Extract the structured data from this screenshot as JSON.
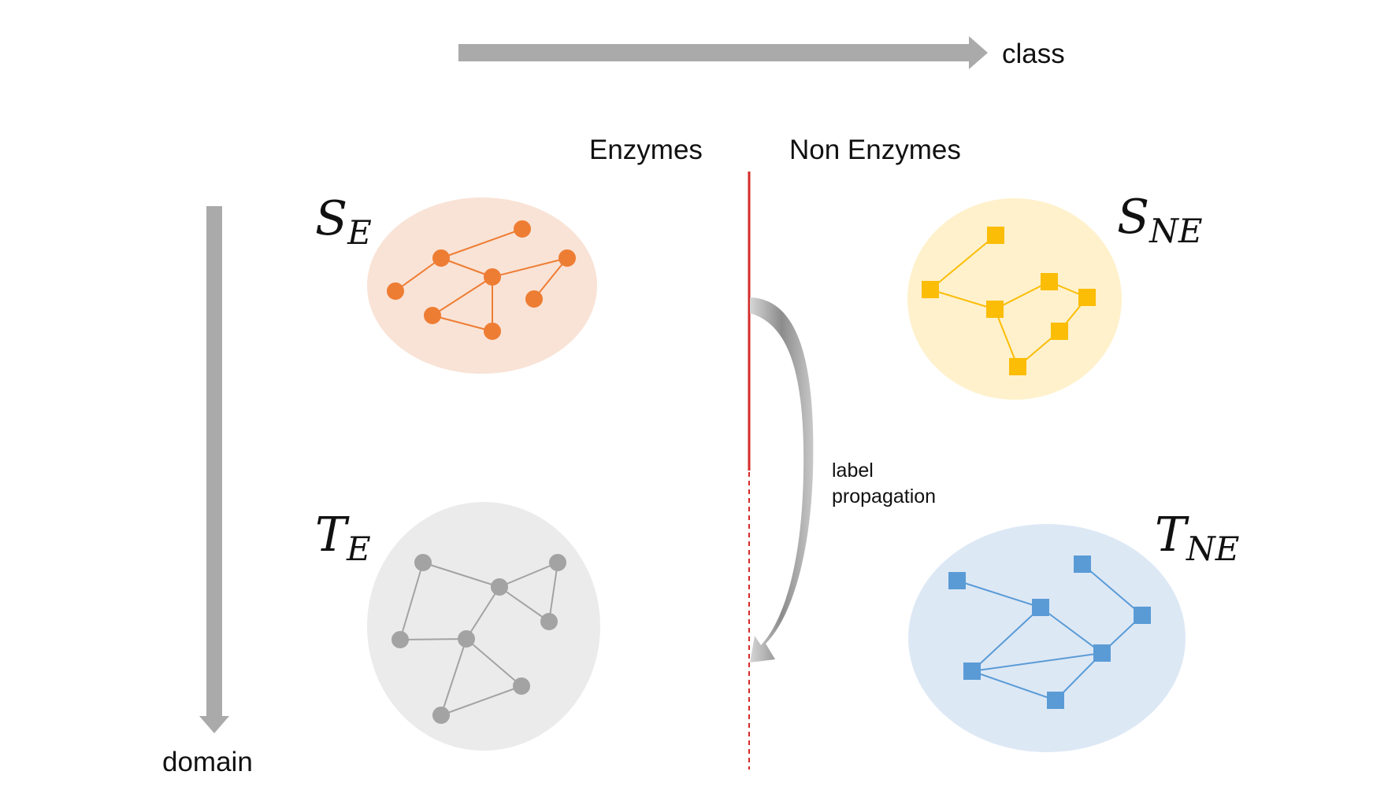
{
  "axes": {
    "class_label": "class",
    "domain_label": "domain"
  },
  "columns": {
    "left_header": "Enzymes",
    "right_header": "Non Enzymes"
  },
  "propagation": {
    "line1": "label",
    "line2": "propagation"
  },
  "groups": {
    "source_enzymes": {
      "symbol": "S",
      "subscript": "E"
    },
    "source_non_enzymes": {
      "symbol": "S",
      "subscript": "NE"
    },
    "target_enzymes": {
      "symbol": "T",
      "subscript": "E"
    },
    "target_non_enzymes": {
      "symbol": "T",
      "subscript": "NE"
    }
  },
  "colors": {
    "arrow_gray": "#aaaaaa",
    "divider_red": "#d42a2a",
    "source_enzymes_fill": "#f9e3d6",
    "source_enzymes_node": "#ee7d34",
    "source_non_enzymes_fill": "#fff1cc",
    "source_non_enzymes_node": "#fbbd06",
    "target_enzymes_fill": "#ebebeb",
    "target_enzymes_node": "#a3a3a3",
    "target_non_enzymes_fill": "#dde8f5",
    "target_non_enzymes_node": "#5a9bd6"
  }
}
